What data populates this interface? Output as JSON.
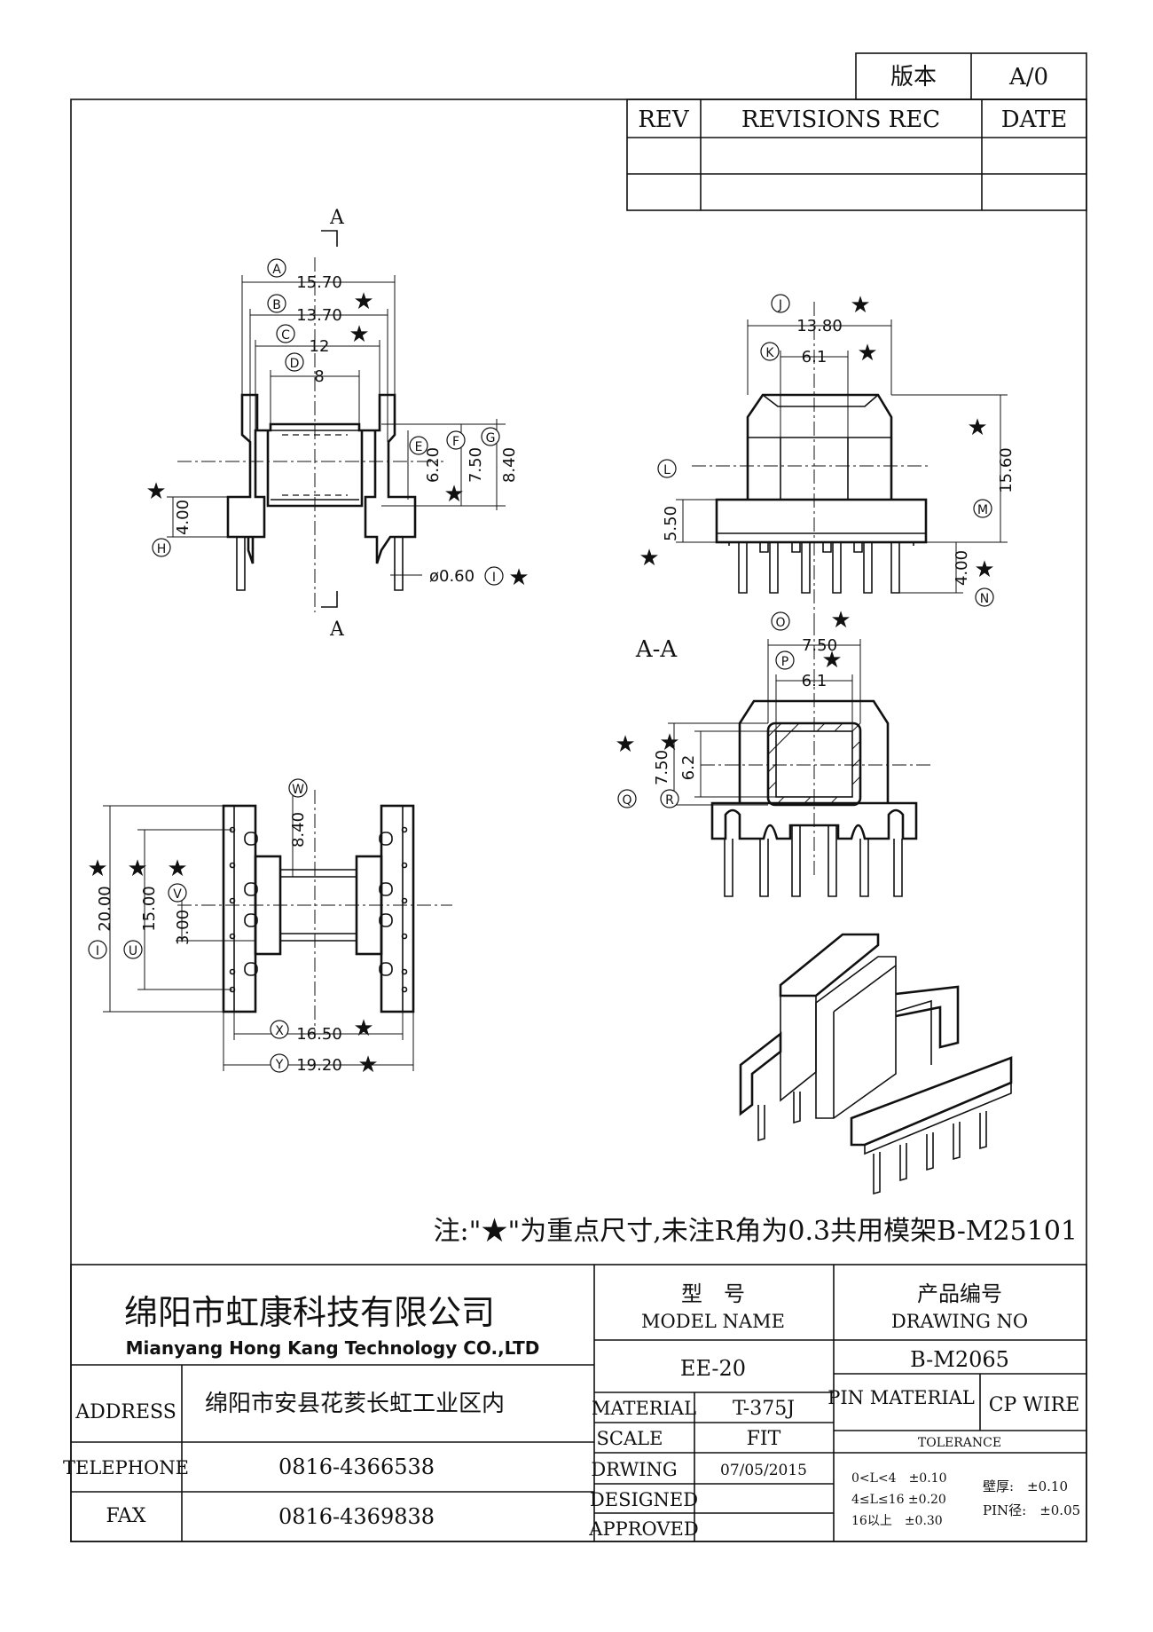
{
  "version_box": {
    "label": "版本",
    "value": "A/0"
  },
  "revisions": {
    "rev": "REV",
    "rec": "REVISIONS REC",
    "date": "DATE"
  },
  "view_labels": {
    "section": "A",
    "section_view": "A-A"
  },
  "markers": {
    "a": "A",
    "b": "B",
    "c": "C",
    "d": "D",
    "e": "E",
    "f": "F",
    "g": "G",
    "h": "H",
    "i": "I",
    "j": "J",
    "k": "K",
    "l": "L",
    "m": "M",
    "n": "N",
    "o": "O",
    "p": "P",
    "q": "Q",
    "r": "R",
    "u": "U",
    "v": "V",
    "w": "W",
    "x": "X",
    "y": "Y"
  },
  "dims": {
    "a": "15.70",
    "b": "13.70",
    "c": "12",
    "d": "8",
    "e": "6.20",
    "f": "7.50",
    "g": "8.40",
    "h": "4.00",
    "pin": "ø0.60",
    "j": "13.80",
    "k": "6.1",
    "l": "5.50",
    "m": "15.60",
    "n": "4.00",
    "o": "7.50",
    "p": "6.1",
    "q": "7.50",
    "r": "6.2",
    "w": "8.40",
    "i": "20.00",
    "u": "15.00",
    "v": "3.00",
    "x": "16.50",
    "y": "19.20"
  },
  "star": "★",
  "note": "注:\"★\"为重点尺寸,未注R角为0.3共用模架B-M25101",
  "title_block": {
    "company_cn": "绵阳市虹康科技有限公司",
    "company_en": "Mianyang Hong Kang Technology CO.,LTD",
    "address_label": "ADDRESS",
    "address": "绵阳市安县花荄长虹工业区内",
    "telephone_label": "TELEPHONE",
    "telephone": "0816-4366538",
    "fax_label": "FAX",
    "fax": "0816-4369838",
    "model_cn": "型　号",
    "model_en": "MODEL NAME",
    "model": "EE-20",
    "drawing_cn": "产品编号",
    "drawing_en": "DRAWING NO",
    "drawing_no": "B-M2065",
    "material_label": "MATERIAL",
    "material": "T-375J",
    "scale_label": "SCALE",
    "scale": "FIT",
    "drwing_label": "DRWING",
    "drwing": "07/05/2015",
    "designed_label": "DESIGNED",
    "designed": "",
    "approved_label": "APPROVED",
    "approved": "",
    "pin_material_label": "PIN MATERIAL",
    "pin_material": "CP WIRE",
    "tolerance_label": "TOLERANCE",
    "tol1": "0<L<4　±0.10",
    "tol2": "4≤L≤16 ±0.20",
    "tol3": "16以上　±0.30",
    "wall": "壁厚:　±0.10",
    "pin_dia": "PIN径:　±0.05"
  }
}
